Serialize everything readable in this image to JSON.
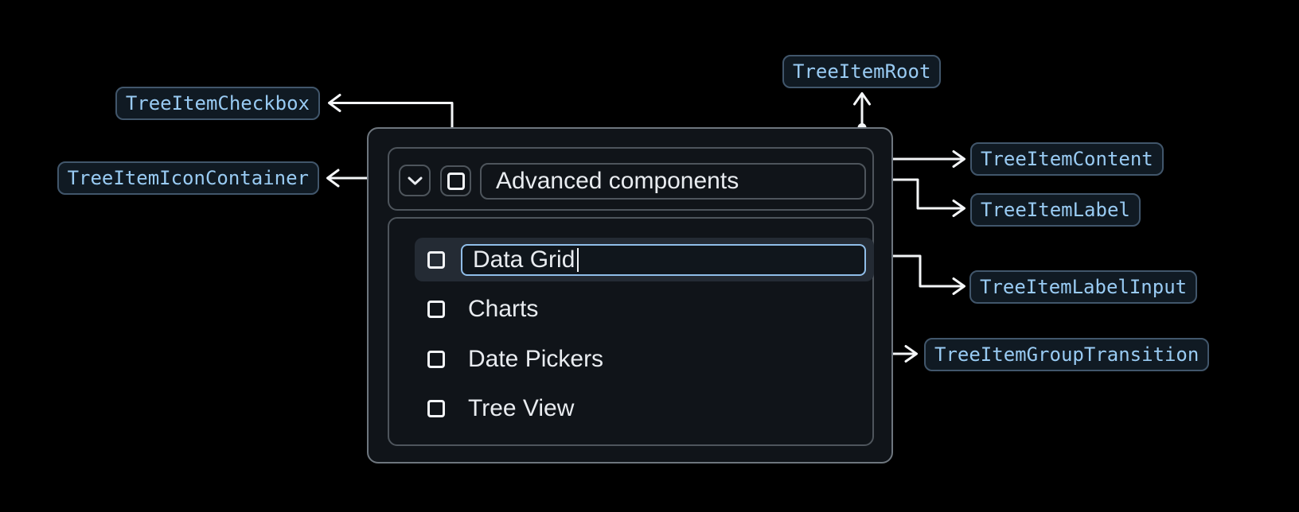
{
  "annotations": {
    "root": "TreeItemRoot",
    "content": "TreeItemContent",
    "label": "TreeItemLabel",
    "label_input": "TreeItemLabelInput",
    "group_transition": "TreeItemGroupTransition",
    "checkbox": "TreeItemCheckbox",
    "icon_container": "TreeItemIconContainer"
  },
  "tree": {
    "parent_label": "Advanced components",
    "expanded": true,
    "editing_item": {
      "value": "Data Grid",
      "editing": true
    },
    "items": [
      "Charts",
      "Date Pickers",
      "Tree View"
    ]
  },
  "icons": {
    "expand": "chevron-down-icon",
    "checkbox": "checkbox-unchecked-icon"
  },
  "colors": {
    "background": "#000000",
    "panel_background": "#101419",
    "panel_border": "#6E767E",
    "inner_border": "#4E555C",
    "highlight_row": "#242B34",
    "text_primary": "#E9ECF0",
    "connector": "#F4F6F8",
    "input_focus_border": "#90BEE9",
    "annotation_text": "#99CBF3",
    "annotation_border": "#41566B",
    "annotation_background": "#101A23"
  }
}
